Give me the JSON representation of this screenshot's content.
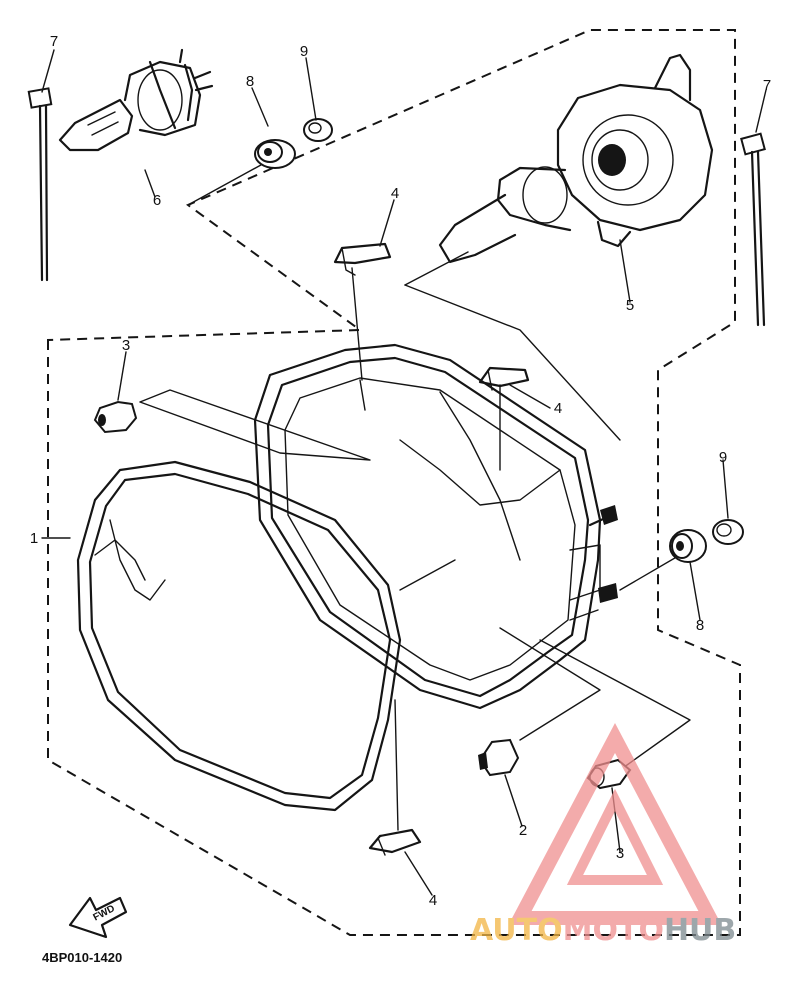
{
  "diagram": {
    "parts": [
      {
        "number": "1"
      },
      {
        "number": "2"
      },
      {
        "number": "3"
      },
      {
        "number": "4"
      },
      {
        "number": "5"
      },
      {
        "number": "6"
      },
      {
        "number": "7"
      },
      {
        "number": "8"
      },
      {
        "number": "9"
      }
    ],
    "fwd_label": "FWD",
    "diagram_code": "4BP010-1420"
  },
  "watermark": {
    "text_part1": "AUTO",
    "text_part2": "MOTO",
    "text_part3": "HUB",
    "colors": {
      "auto": "#f2b544",
      "moto": "#f08f8f",
      "hub": "#7d8a8f"
    }
  }
}
